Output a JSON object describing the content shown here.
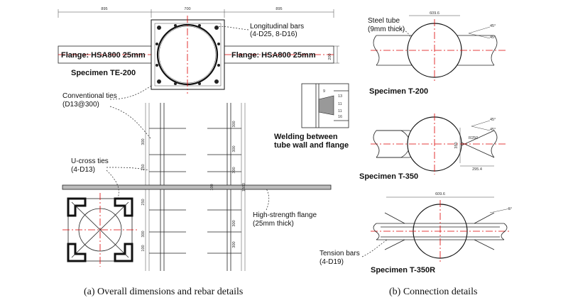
{
  "panel_a": {
    "dims_top": [
      "895",
      "700",
      "895"
    ],
    "dim_right": "200",
    "flange_left": "Flange: HSA800 25mm",
    "flange_right": "Flange: HSA800 25mm",
    "specimen": "Specimen TE-200",
    "long_bars_line1": "Longitudinal bars",
    "long_bars_line2": "(4-D25, 8-D16)",
    "conv_ties_line1": "Conventional ties",
    "conv_ties_line2": "(D13@300)",
    "ucross_line1": "U-cross ties",
    "ucross_line2": "(4-D13)",
    "hs_flange_line1": "High-strength flange",
    "hs_flange_line2": "(25mm thick)",
    "weld_line1": "Welding between",
    "weld_line2": "tube wall and flange",
    "elev_dims": [
      "300",
      "300",
      "300",
      "300",
      "100",
      "300",
      "300",
      "300",
      "300",
      "250",
      "250",
      "300",
      "100",
      "1500"
    ],
    "weld_dims": [
      "9",
      "13",
      "11",
      "11",
      "16"
    ]
  },
  "panel_b": {
    "steel_tube_line1": "Steel tube",
    "steel_tube_line2": "(9mm thick)",
    "diam_1": "609.6",
    "diam_2": "609.6",
    "angle_45a": "45°",
    "angle_45b": "45°",
    "angle_45c": "45°",
    "angle_45d": "45°",
    "angle_5": "5°",
    "dim_350": "350",
    "dim_r250": "R250",
    "dim_2954": "295.4",
    "spec1": "Specimen T-200",
    "spec2": "Specimen T-350",
    "spec3": "Specimen T-350R",
    "tension_line1": "Tension bars",
    "tension_line2": "(4-D19)"
  },
  "captions": {
    "a": "(a)  Overall dimensions and rebar details",
    "b": "(b)  Connection details"
  }
}
